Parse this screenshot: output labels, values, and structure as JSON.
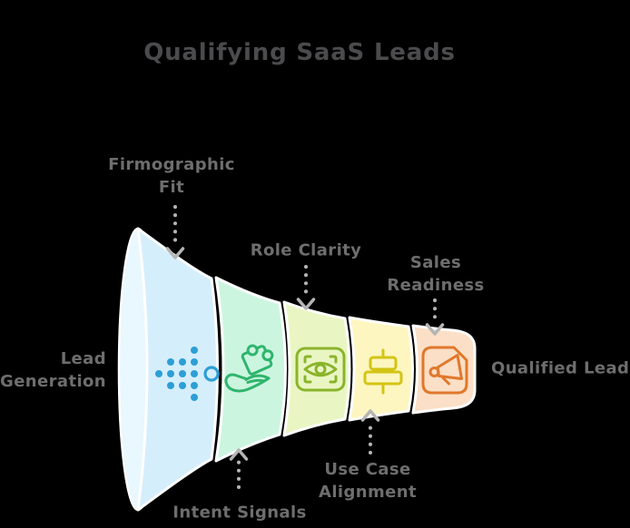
{
  "title": {
    "text": "Qualifying SaaS Leads"
  },
  "labels": {
    "lead_generation": "Lead\nGeneration",
    "firmographic_fit": "Firmographic\nFit",
    "intent_signals": "Intent Signals",
    "role_clarity": "Role Clarity",
    "use_case_alignment": "Use Case\nAlignment",
    "sales_readiness": "Sales\nReadiness",
    "qualified_lead": "Qualified Lead"
  },
  "stages": [
    {
      "label": "Firmographic Fit",
      "icon": "dots-arrow-icon",
      "color": "#d5eefc",
      "icon_color": "#2d9fd6"
    },
    {
      "label": "Intent Signals",
      "icon": "hand-puzzle-icon",
      "color": "#ccf5e0",
      "icon_color": "#2eb56d"
    },
    {
      "label": "Role Clarity",
      "icon": "eye-scan-icon",
      "color": "#e9f6c3",
      "icon_color": "#8ab42b"
    },
    {
      "label": "Use Case Alignment",
      "icon": "align-center-icon",
      "color": "#fdf6c0",
      "icon_color": "#d3c414"
    },
    {
      "label": "Sales Readiness",
      "icon": "megaphone-icon",
      "color": "#fbdfc6",
      "icon_color": "#e0782c"
    }
  ],
  "colors": {
    "background": "#000000",
    "funnel_outline": "#ffffff",
    "funnel_lip": "#e9f7fe",
    "title_text": "#4b4b4e",
    "label_text": "#6e6e6e",
    "arrow": "#b5b5b5"
  }
}
